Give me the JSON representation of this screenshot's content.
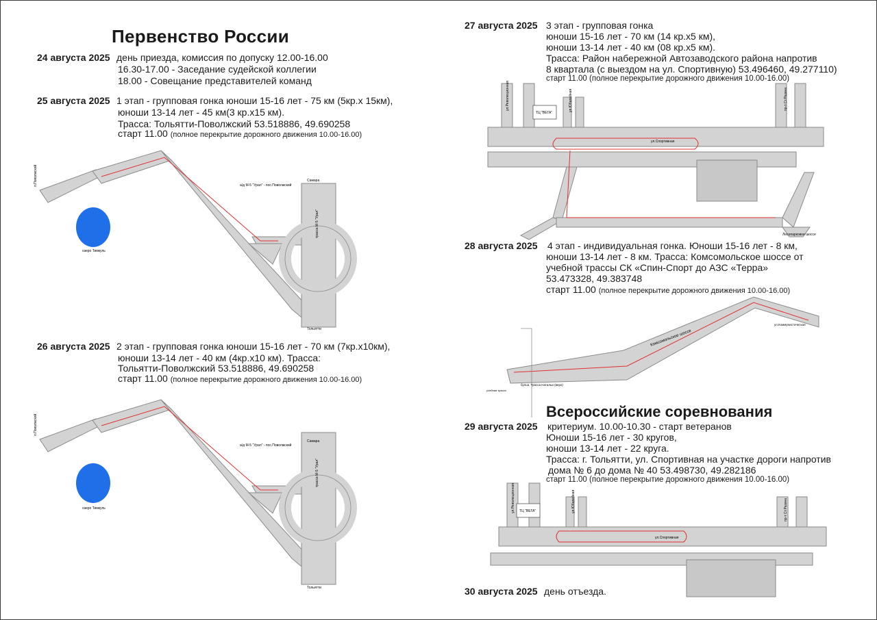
{
  "title_left": "Первенство России",
  "day1": {
    "date": "24 августа 2025",
    "l1": "день приезда, комиссия по допуску 12.00-16.00",
    "l2": "16.30-17.00 - Заседание судейской коллегии",
    "l3": "18.00 - Совещание представителей команд"
  },
  "day2": {
    "date": "25 августа 2025",
    "l1": "1 этап - групповая гонка  юноши 15-16 лет - 75 км (5кр.х 15км),",
    "l2": "юноши 13-14 лет - 45 км(3 кр.х15 км).",
    "l3": "Трасса: Тольятти-Поволжский 53.518886, 49.690258",
    "start": "старт 11.00",
    "note": "(полное перекрытие дорожного движения 10.00-16.00)"
  },
  "day3": {
    "date": "26 августа 2025",
    "l1": "2 этап - групповая гонка  юноши 15-16 лет - 70 км (7кр.х10км),",
    "l2": "юноши 13-14 лет - 40 км (4кр.х10 км). Трасса:",
    "l3": "Тольятти-Поволжский 53.518886, 49.690258",
    "start": "старт 11.00",
    "note": "(полное перекрытие дорожного движения 10.00-16.00)"
  },
  "day4": {
    "date": "27 августа 2025",
    "l1": "3 этап - групповая гонка",
    "l2": "юноши 15-16 лет - 70 км (14 кр.х5 км),",
    "l3": "юноши 13-14 лет - 40 км (08 кр.х5 км).",
    "l4": "Трасса: Район набережной Автозаводского района напротив",
    "l5": "8 квартала (с выездом на ул. Спортивную) 53.496460, 49.277110)",
    "l6": "старт 11.00 (полное перекрытие дорожного движения 10.00-16.00)"
  },
  "day5": {
    "date": "28 августа 2025",
    "l1": "4 этап - индивидуальная гонка. Юноши 15-16 лет - 8 км,",
    "l2": "юноши 13-14 лет - 8 км. Трасса: Комсомольское шоссе от",
    "l3": "учебной трассы СК «Спин-Спорт до АЗС «Терра»",
    "l4": "53.473328, 49.383748",
    "start": "старт 11.00",
    "note": "(полное перекрытие дорожного движения 10.00-16.00)"
  },
  "title_right": "Всероссийские соревнования",
  "day6": {
    "date": "29 августа 2025",
    "l1": "критериум. 10.00-10.30 - старт ветеранов",
    "l2": "Юноши 15-16 лет - 30 кругов,",
    "l3": "юноши 13-14 лет - 22 круга.",
    "l4": "Трасса: г. Тольятти, ул. Спортивная на участке дороги напротив",
    "l5": "дома № 6 до дома № 40        53.498730, 49.282186",
    "l6": "старт 11.00 (полное перекрытие дорожного движения 10.00-16.00)"
  },
  "day7": {
    "date": "30 августа 2025",
    "l1": "день отъезда."
  },
  "map1": {
    "povolzhsky": "п.Поволжский",
    "highway": "а/д М-5 \"Урал\" - пос.Поволжский",
    "samara": "Самара",
    "trassa": "трасса М-5 \"Урал\"",
    "lake": "озеро Тимкуль",
    "tolyatti": "Тольятти"
  },
  "map2": {
    "povolzhsky": "п.Поволжский",
    "highway": "а/д М-5 \"Урал\" - пос.Поволжский",
    "samara": "Самара",
    "trassa": "трасса М-5 \"Урал\"",
    "lake": "озеро Тимкуль",
    "tolyatti": "Тольятти"
  },
  "map3": {
    "revol": "ул.Революционная",
    "yubil": "ул.Юбилейная",
    "razin": "пр-т Ст.Разина",
    "vega": "ТЦ \"ВЕГА\"",
    "sport": "ул.Спортивная",
    "lesopark": "Лесопарковое шоссе"
  },
  "map4": {
    "komsomol": "Комсомольское шоссе",
    "kommun": "ул.Коммунистическая",
    "bulvar": "бульв. Трасса Натальи (верх)",
    "uchebn": "учебная трасса"
  },
  "map5": {
    "revol": "ул.Революционная",
    "yubil": "ул.Юбилейная",
    "razin": "пр-т Ст.Разина",
    "vega": "ТЦ \"ВЕГА\"",
    "sport": "ул.Спортивная"
  },
  "colors": {
    "road": "#d3d3d3",
    "road_edge": "#8a8a8a",
    "route": "#e03030",
    "lake": "#1f6fe8",
    "building": "#c8c8c8"
  }
}
